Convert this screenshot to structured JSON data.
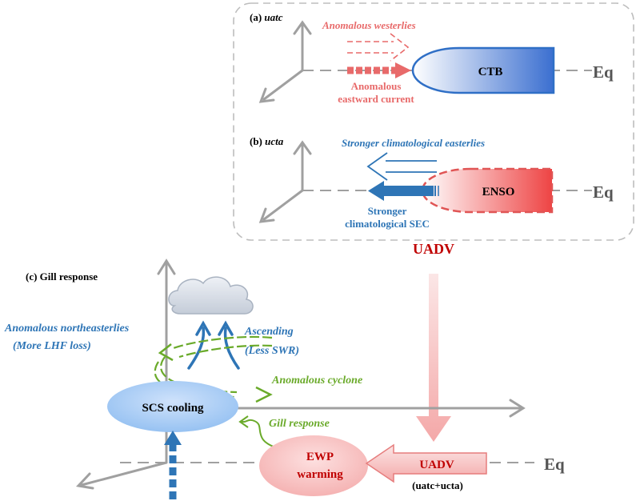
{
  "panel_a": {
    "label": "(a)",
    "label_italic": "uatc",
    "westerlies": "Anomalous westerlies",
    "current_line1": "Anomalous",
    "current_line2": "eastward current",
    "box": "CTB",
    "eq": "Eq"
  },
  "panel_b": {
    "label": "(b)",
    "label_italic": "ucta",
    "easterlies": "Stronger climatological easterlies",
    "sec_line1": "Stronger",
    "sec_line2": "climatological SEC",
    "box": "ENSO",
    "eq": "Eq"
  },
  "uadv_title": "UADV",
  "panel_c": {
    "label": "(c) Gill response",
    "northeasterlies_line1": "Anomalous northeasterlies",
    "northeasterlies_line2": "(More LHF loss)",
    "ascending_line1": "Ascending",
    "ascending_line2": "(Less SWR)",
    "cyclone": "Anomalous cyclone",
    "scs": "SCS cooling",
    "gill": "Gill response",
    "ewp_line1": "EWP",
    "ewp_line2": "warming",
    "uadv": "UADV",
    "uadv_sub": "(uatc+ucta)",
    "eq": "Eq"
  },
  "colors": {
    "red": "#e86a6a",
    "dark_red": "#c00000",
    "blue": "#2e75b6",
    "green": "#6aaa2a",
    "gray": "#a0a0a0"
  }
}
